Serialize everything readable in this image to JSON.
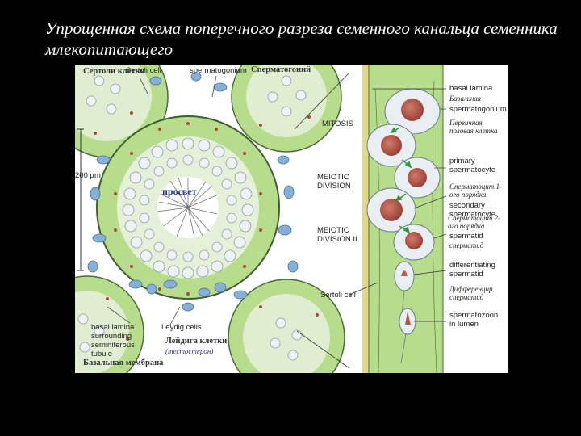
{
  "title": "Упрощенная схема поперечного разреза семенного канальца семенника млекопитающего",
  "labels": {
    "sertoli_ru": "Сертоли клетки",
    "sertoli_cell": "Sertoli cell",
    "spermatogonium": "spermatogonium",
    "spermatogonium_ru": "Сперматогоний",
    "scale": "200 µm",
    "lumen_ru": "просвет",
    "basal_lamina_en": "basal lamina surrounding seminiferous tubule",
    "leydig_cells": "Leydig cells",
    "leydig_ru": "Лейдига клетки",
    "testosterone_ru": "(тестостерон)",
    "basement_membrane_ru": "Базальная мембрана",
    "mitosis": "MITOSIS",
    "meiotic_division": "MEIOTIC DIVISION",
    "meiotic_division_2": "MEIOTIC DIVISION II",
    "sertoli_cell_right": "Sertoli cell",
    "basal_lamina": "basal lamina",
    "basal_ru": "Базальная",
    "spermatogonium_right": "spermatogonium",
    "primary_germ_ru": "Первичная половая клетка",
    "primary_spermatocyte": "primary spermatocyte",
    "spermatocyte1_ru": "Сперматоцит 1-ого порядка",
    "secondary_spermatocyte": "secondary spermatocyte",
    "spermatocyte2_ru": "Сперматоцит 2-ого порядка",
    "spermatid": "spermatid",
    "spermatid_ru": "сперматид",
    "differentiating_spermatid": "differentiating spermatid",
    "differentiating_ru": "Дифференцир. сперматид",
    "spermatozoon": "spermatozoon in lumen"
  },
  "colors": {
    "background": "#000000",
    "panel": "#ffffff",
    "tissue_green": "#b7dc8c",
    "cell_fill": "#e8eef2",
    "nucleus_red": "#b5584c",
    "leydig_blue": "#86b0d6",
    "title_text": "#ffffff"
  }
}
